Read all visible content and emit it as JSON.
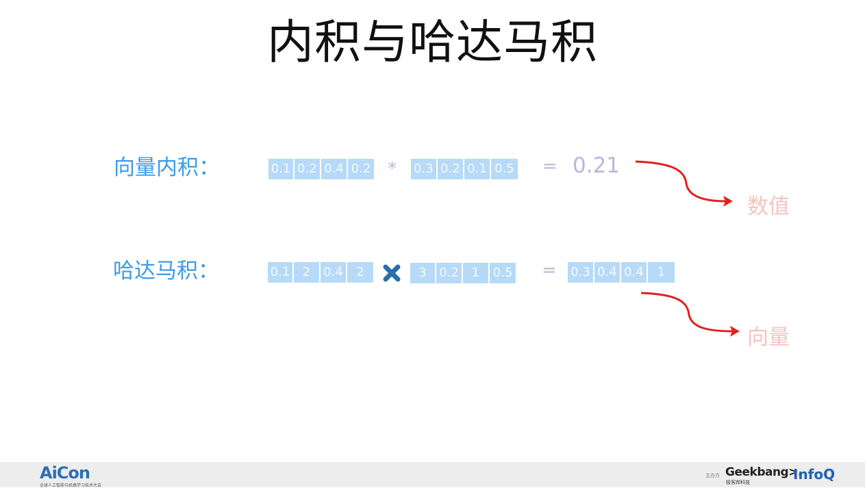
{
  "title": "内积与哈达马积",
  "inner_product": {
    "label": "向量内积：",
    "vector_a": [
      "0.1",
      "0.2",
      "0.4",
      "0.2"
    ],
    "operator": "*",
    "vector_b": [
      "0.3",
      "0.2",
      "0.1",
      "0.5"
    ],
    "equals": "=",
    "result": "0.21",
    "result_type": "数值"
  },
  "hadamard_product": {
    "label": "哈达马积：",
    "vector_a": [
      "0.1",
      "2",
      "0.4",
      "2"
    ],
    "operator_icon": "times-icon",
    "vector_b": [
      "3",
      "0.2",
      "1",
      "0.5"
    ],
    "equals": "=",
    "result": [
      "0.3",
      "0.4",
      "0.4",
      "1"
    ],
    "result_type": "向量"
  },
  "footer": {
    "brand": "AiCon",
    "brand_subtitle": "全球人工智能与机器学习技术大会",
    "sponsor_label": "主办方",
    "geek_logo": "Geekbang>.",
    "geek_subtitle": "极客邦科技",
    "infoq_logo": "InfoQ"
  },
  "colors": {
    "label_blue": "#3d9ae6",
    "cell_fill": "#b6daf7",
    "operator_lavender": "#bdb5dc",
    "arrow_red": "#e02020",
    "tag_pink": "#f5c3c3",
    "times_icon_blue": "#2a6fa8"
  }
}
